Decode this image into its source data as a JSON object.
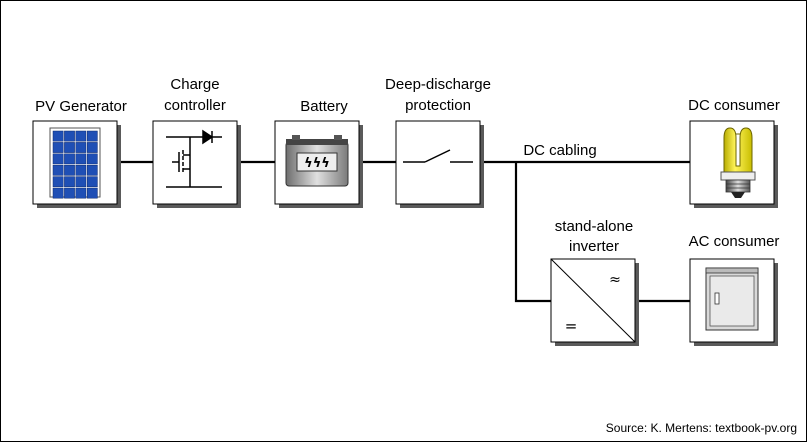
{
  "labels": {
    "pv_generator": "PV Generator",
    "charge_controller_1": "Charge",
    "charge_controller_2": "controller",
    "battery": "Battery",
    "deep_discharge_1": "Deep-discharge",
    "deep_discharge_2": "protection",
    "dc_cabling": "DC cabling",
    "dc_consumer": "DC consumer",
    "inverter_1": "stand-alone",
    "inverter_2": "inverter",
    "ac_consumer": "AC consumer"
  },
  "symbols": {
    "ac": "≈",
    "dc": "="
  },
  "source": "Source: K. Mertens: textbook-pv.org",
  "colors": {
    "box_fill": "#ffffff",
    "shadow": "#5a5a5a",
    "line": "#000000",
    "panel_cell": "#1f4fb5",
    "bulb_yellow": "#f2e500"
  },
  "icons": [
    "solar-panel-icon",
    "charge-controller-icon",
    "battery-icon",
    "switch-icon",
    "lamp-icon",
    "inverter-icon",
    "cabinet-icon"
  ]
}
